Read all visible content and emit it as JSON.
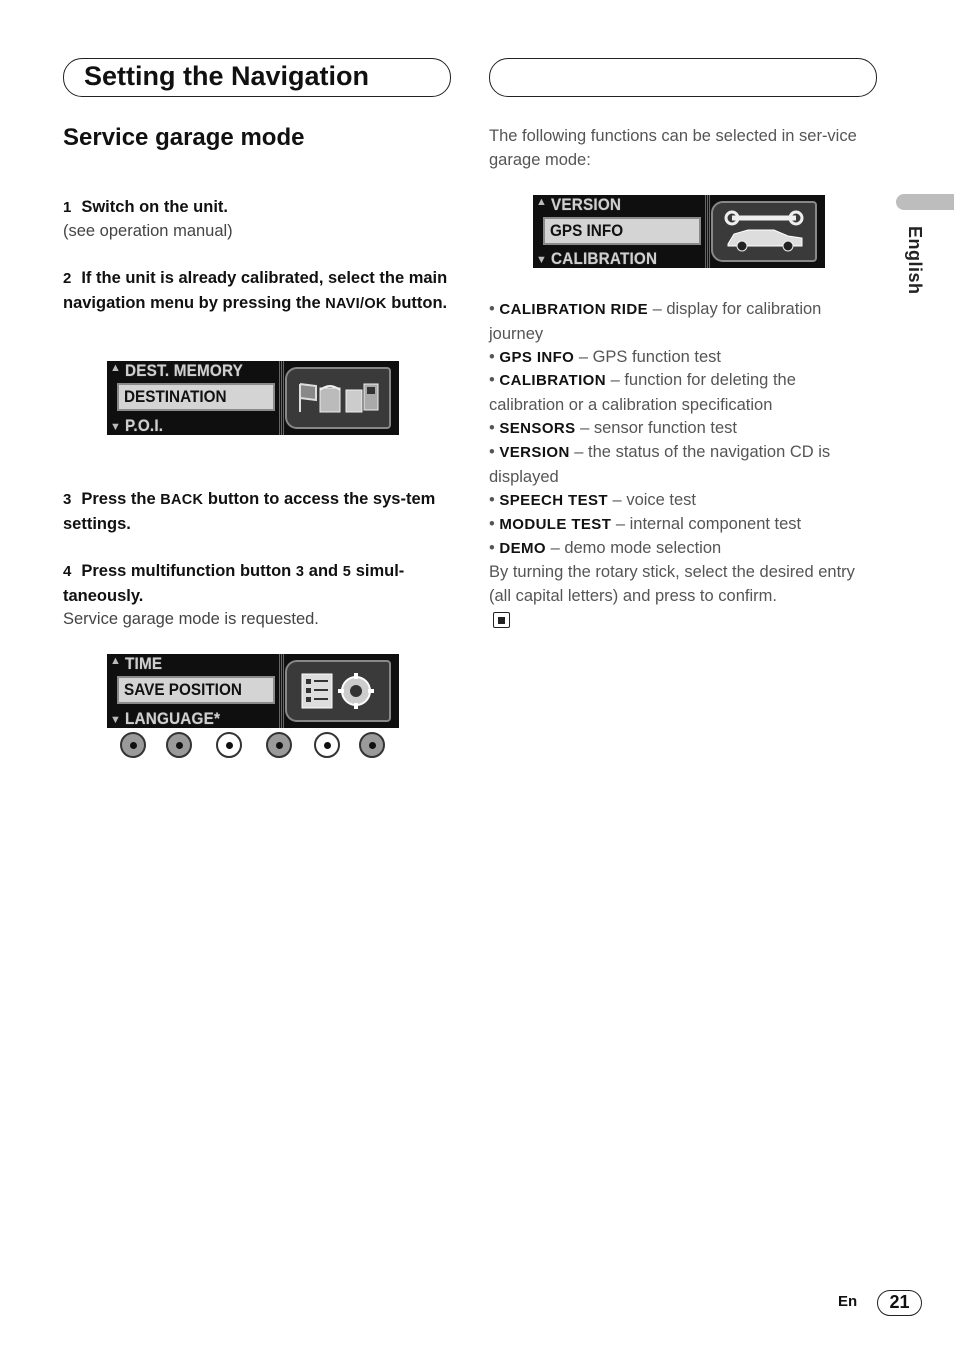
{
  "header": {
    "title": "Setting the Navigation",
    "right_box_text": ""
  },
  "section": {
    "title": "Service garage mode"
  },
  "steps": [
    {
      "num": "1",
      "text": "Switch on the unit.",
      "note": "(see operation manual)"
    },
    {
      "num": "2",
      "text_a": "If the unit is already calibrated, select the main navigation menu by pressing the ",
      "key": "NAVI/OK",
      "text_b": " button."
    },
    {
      "num": "3",
      "text_a": "Press the ",
      "key": "BACK",
      "text_b": " button to access the sys-tem settings."
    },
    {
      "num": "4",
      "text_a": "Press multifunction button ",
      "key1": "3",
      "text_mid": " and ",
      "key2": "5",
      "text_b": " simul-taneously.",
      "note": "Service garage mode is requested."
    }
  ],
  "displays": {
    "nav": {
      "top": "DEST. MEMORY",
      "selected": "DESTINATION",
      "bottom": "P.O.I.",
      "icon": "menu-icons"
    },
    "system": {
      "top": "TIME",
      "selected": "SAVE  POSITION",
      "bottom": "LANGUAGE*",
      "icon": "settings-icons"
    },
    "service": {
      "top": "VERSION",
      "selected": "GPS  INFO",
      "bottom": "CALIBRATION",
      "icon": "wrench-car-icon"
    }
  },
  "right": {
    "intro": "The following functions can be selected in ser-vice garage mode:",
    "bullets": [
      {
        "kw": "CALIBRATION RIDE",
        "desc": " – display for calibration journey"
      },
      {
        "kw": "GPS INFO",
        "desc": " – GPS function test"
      },
      {
        "kw": "CALIBRATION",
        "desc": " – function for deleting the calibration or a calibration specification"
      },
      {
        "kw": "SENSORS",
        "desc": " – sensor function test"
      },
      {
        "kw": "VERSION",
        "desc": " – the status of the navigation CD is displayed"
      },
      {
        "kw": "SPEECH TEST",
        "desc": " – voice test"
      },
      {
        "kw": "MODULE TEST",
        "desc": " – internal component test"
      },
      {
        "kw": "DEMO",
        "desc": " – demo mode selection"
      }
    ],
    "outro": "By turning the rotary stick, select the desired entry (all capital letters) and press to confirm."
  },
  "side_tab": {
    "label": "English"
  },
  "footer": {
    "lang": "En",
    "page": "21"
  }
}
